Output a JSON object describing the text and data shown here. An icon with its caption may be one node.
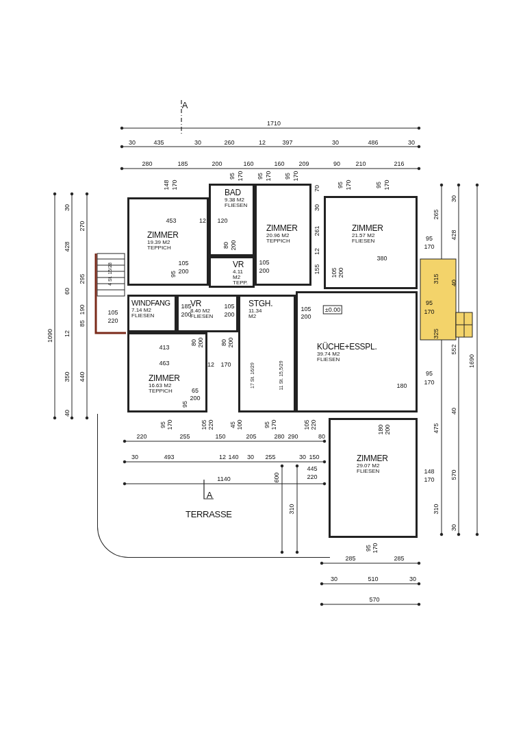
{
  "diagram": {
    "nodes": [
      {
        "text": [
          "ZIMMER",
          "19.39 M2 TEPPICH"
        ]
      },
      {
        "text": [
          "BAD",
          "9.38 M2 FLIESEN"
        ]
      },
      {
        "text": [
          "ZIMMER",
          "20.96 M2 TEPPICH"
        ]
      },
      {
        "text": [
          "ZIMMER",
          "21.57 M2 FLIESEN"
        ]
      },
      {
        "text": [
          "VR",
          "4.11 M2 TEPP."
        ]
      },
      {
        "text": [
          "WINDFANG",
          "7.14 M2 FLIESEN"
        ]
      },
      {
        "text": [
          "VR",
          "8.40 M2 FLIESEN"
        ]
      },
      {
        "text": [
          "STGH.",
          "11.34 M2"
        ]
      },
      {
        "text": [
          "KÜCHE+ESSPL.",
          "39.74 M2 FLIESEN"
        ]
      },
      {
        "text": [
          "ZIMMER",
          "16.63 M2 TEPPICH"
        ]
      },
      {
        "text": [
          "ZIMMER",
          "29.07 M2 FLIESEN"
        ]
      },
      {
        "text": [
          "TERRASSE"
        ]
      }
    ],
    "labels": [
      "A",
      "1710",
      "30",
      "435",
      "30",
      "260",
      "12",
      "397",
      "30",
      "486",
      "30",
      "280",
      "185",
      "200",
      "160",
      "160",
      "209",
      "90",
      "210",
      "216",
      "148",
      "170",
      "95",
      "170",
      "95",
      "170",
      "95",
      "170",
      "95",
      "170",
      "95",
      "170",
      "1090",
      "30",
      "270",
      "428",
      "295",
      "60",
      "190",
      "85",
      "12",
      "350",
      "440",
      "40",
      "30",
      "265",
      "428",
      "95",
      "170",
      "315",
      "40",
      "95",
      "170",
      "325",
      "552",
      "1690",
      "95",
      "170",
      "40",
      "475",
      "148",
      "170",
      "570",
      "310",
      "30",
      "453",
      "12",
      "120",
      "80",
      "200",
      "105",
      "200",
      "95",
      "105",
      "200",
      "105",
      "200",
      "380",
      "70",
      "30",
      "261",
      "12",
      "155",
      "4 St. 15/28",
      "105",
      "220",
      "185",
      "200",
      "105",
      "200",
      "105",
      "200",
      "±0.00",
      "413",
      "463",
      "80",
      "200",
      "80",
      "200",
      "12",
      "170",
      "17 St. 16/29",
      "11 St. 15,5/29",
      "65",
      "200",
      "95",
      "180",
      "180",
      "200",
      "220",
      "95",
      "170",
      "255",
      "105",
      "220",
      "150",
      "45",
      "100",
      "205",
      "95",
      "170",
      "280",
      "290",
      "105",
      "220",
      "80",
      "30",
      "493",
      "12",
      "140",
      "30",
      "255",
      "30",
      "150",
      "1140",
      "600",
      "445",
      "220",
      "A",
      "310",
      "95",
      "170",
      "285",
      "285",
      "30",
      "510",
      "30",
      "570"
    ]
  }
}
